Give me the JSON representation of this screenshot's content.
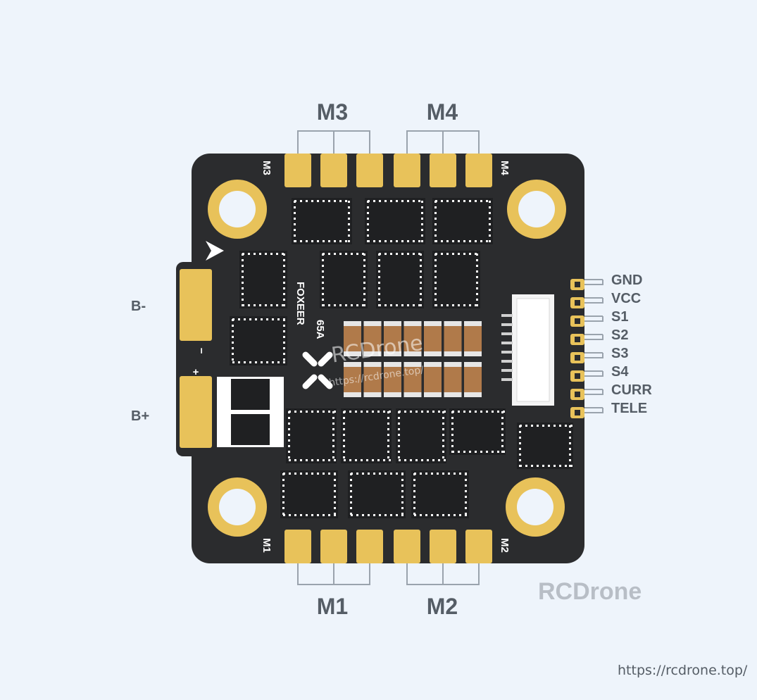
{
  "motor_groups": {
    "m3": "M3",
    "m4": "M4",
    "m1": "M1",
    "m2": "M2"
  },
  "board_silk": {
    "m3": "M3",
    "m4": "M4",
    "m1": "M1",
    "m2": "M2",
    "brand": "FOXEER",
    "rating": "65A",
    "minus": "−",
    "plus": "+"
  },
  "power": {
    "negative": "B-",
    "positive": "B+"
  },
  "connector_pins": [
    "GND",
    "VCC",
    "S1",
    "S2",
    "S3",
    "S4",
    "CURR",
    "TELE"
  ],
  "watermark": {
    "brand": "RCDrone",
    "url": "https://rcdrone.top/",
    "center_text": "RCDrone",
    "center_url": "https://rcdrone.top/"
  },
  "colors": {
    "background": "#eef4fb",
    "pcb": "#2b2c2e",
    "gold": "#e8c25a",
    "chip": "#1f2022",
    "capacitor": "#b07a4a",
    "label": "#555d66"
  }
}
